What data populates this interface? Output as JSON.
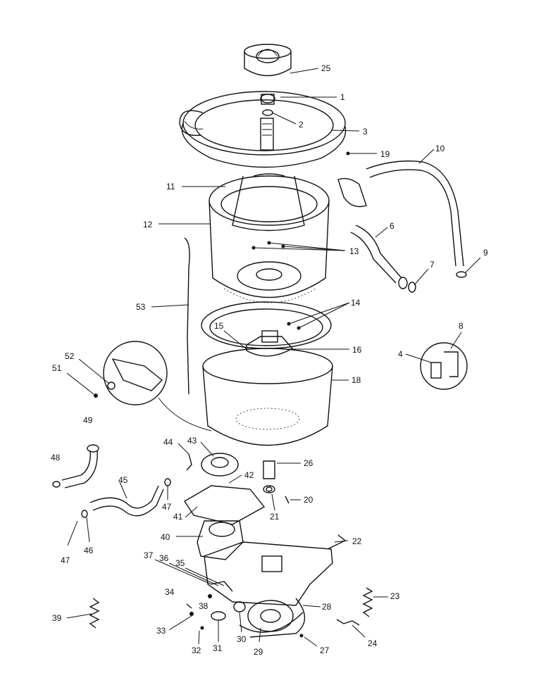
{
  "diagram": {
    "callouts": [
      "25",
      "1",
      "2",
      "3",
      "19",
      "10",
      "11",
      "12",
      "6",
      "13",
      "9",
      "7",
      "53",
      "14",
      "15",
      "16",
      "8",
      "4",
      "18",
      "52",
      "51",
      "49",
      "44",
      "43",
      "26",
      "48",
      "42",
      "45",
      "41",
      "20",
      "21",
      "47",
      "46",
      "40",
      "22",
      "37",
      "36",
      "35",
      "34",
      "38",
      "28",
      "23",
      "39",
      "33",
      "32",
      "31",
      "30",
      "29",
      "27",
      "24"
    ]
  }
}
